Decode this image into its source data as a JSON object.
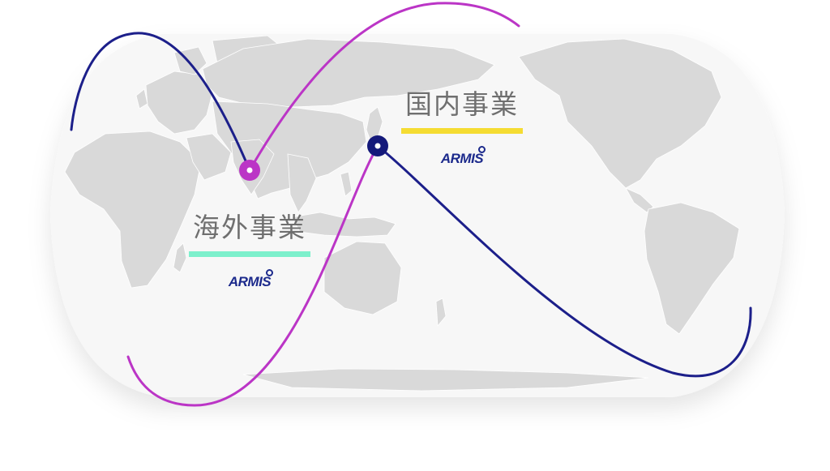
{
  "domestic": {
    "title": "国内事業",
    "bar_color": "#f5dc32",
    "logo_text": "ARMIS"
  },
  "overseas": {
    "title": "海外事業",
    "bar_color": "#7df0cc",
    "logo_text": "ARMIS"
  },
  "colors": {
    "land": "#d9d9d9",
    "map_bg": "#f7f7f7",
    "navy_route": "#1c1f8a",
    "magenta_route": "#bb35c6",
    "logo_navy": "#1c2a8c"
  },
  "markers": [
    {
      "name": "japan",
      "color": "#14197a"
    },
    {
      "name": "india",
      "color": "#bb35c6"
    }
  ]
}
